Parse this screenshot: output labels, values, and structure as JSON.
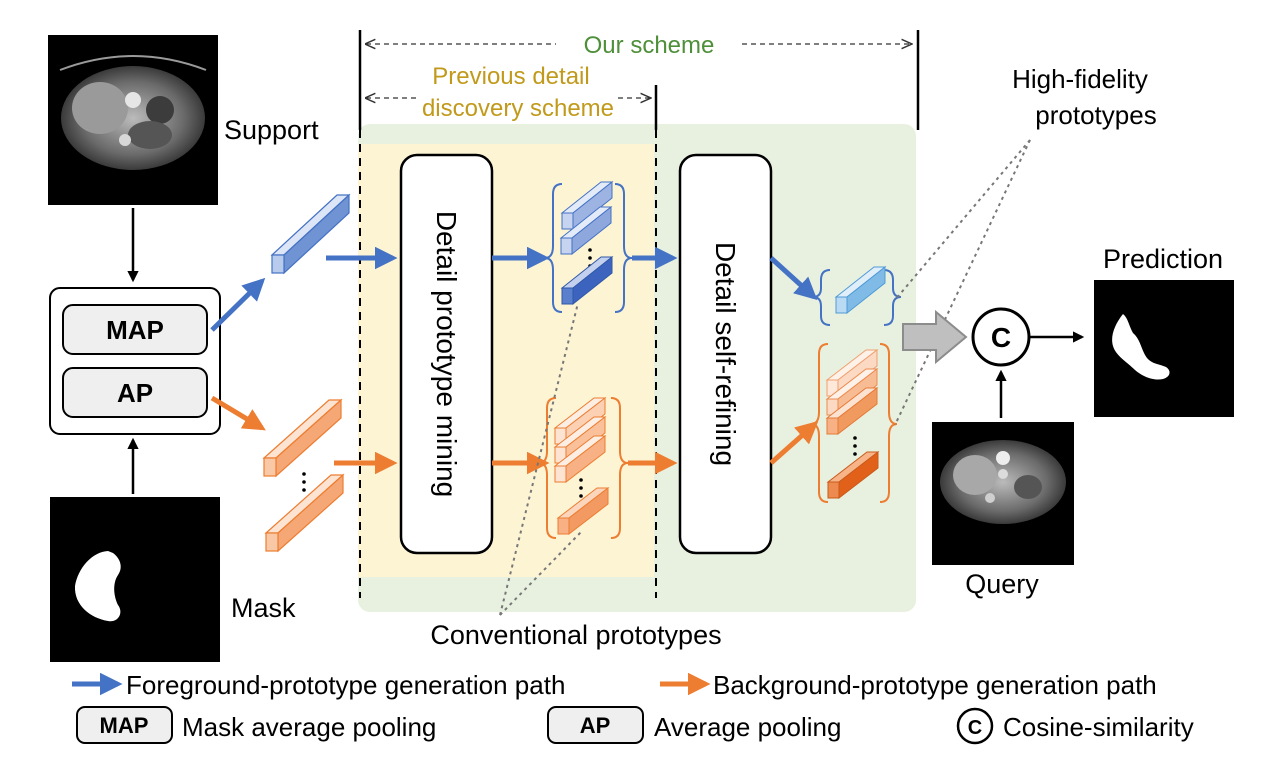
{
  "labels": {
    "our_scheme": "Our scheme",
    "previous_line1": "Previous detail",
    "previous_line2": "discovery scheme",
    "high_fidelity_line1": "High-fidelity",
    "high_fidelity_line2": "prototypes",
    "support": "Support",
    "mask": "Mask",
    "prediction": "Prediction",
    "query": "Query",
    "conventional": "Conventional prototypes"
  },
  "blocks": {
    "map": "MAP",
    "ap": "AP",
    "detail_mining": "Detail prototype mining",
    "self_refining": "Detail self-refining",
    "cosine_symbol": "C"
  },
  "legend": {
    "fg_path": "Foreground-prototype generation path",
    "bg_path": "Background-prototype generation path",
    "map_key": "MAP",
    "map_desc": "Mask average pooling",
    "ap_key": "AP",
    "ap_desc": "Average pooling",
    "c_key": "C",
    "c_desc": "Cosine-similarity"
  },
  "colors": {
    "blue_arrow": "#4472c4",
    "orange_arrow": "#ed7d31",
    "green_text": "#4e8f3a",
    "gold_text": "#c19a1b",
    "yellow_region": "#fdf4d4",
    "green_region": "#e8f1e0"
  }
}
